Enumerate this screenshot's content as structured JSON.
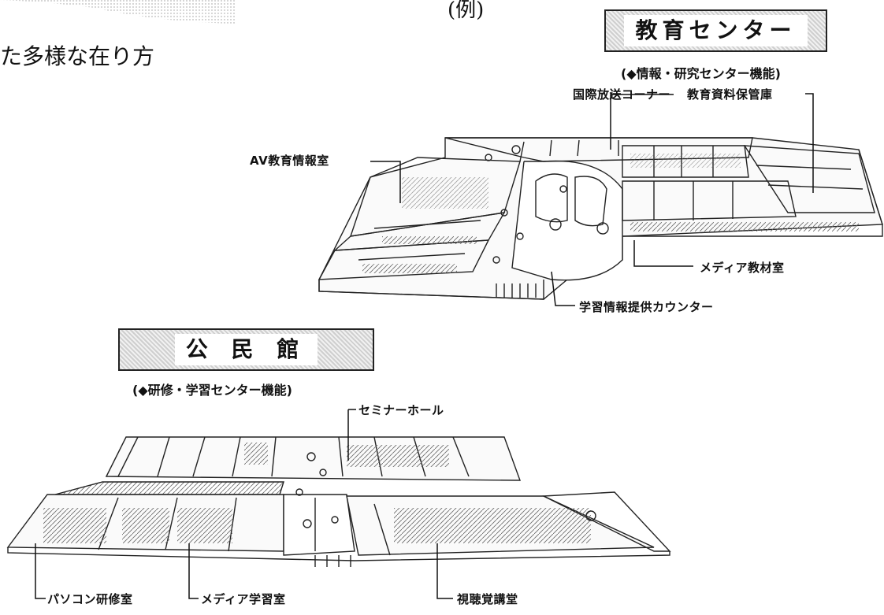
{
  "top_heading_partial": "た多様な在り方",
  "example_label": "(例)",
  "education_center": {
    "title": "教育センター",
    "subtitle": "(◆情報・研究センター機能)",
    "labels": {
      "international_broadcast": "国際放送コーナー",
      "edu_materials_storage": "教育資料保管庫",
      "av_info_room": "AV教育情報室",
      "media_materials_room": "メディア教材室",
      "learning_info_counter": "学習情報提供カウンター"
    }
  },
  "community_hall": {
    "title": "公 民 館",
    "subtitle": "(◆研修・学習センター機能)",
    "labels": {
      "seminar_hall": "セミナーホール",
      "pc_training_room": "パソコン研修室",
      "media_learning_room": "メディア学習室",
      "av_lecture_hall": "視聴覚講堂"
    }
  }
}
